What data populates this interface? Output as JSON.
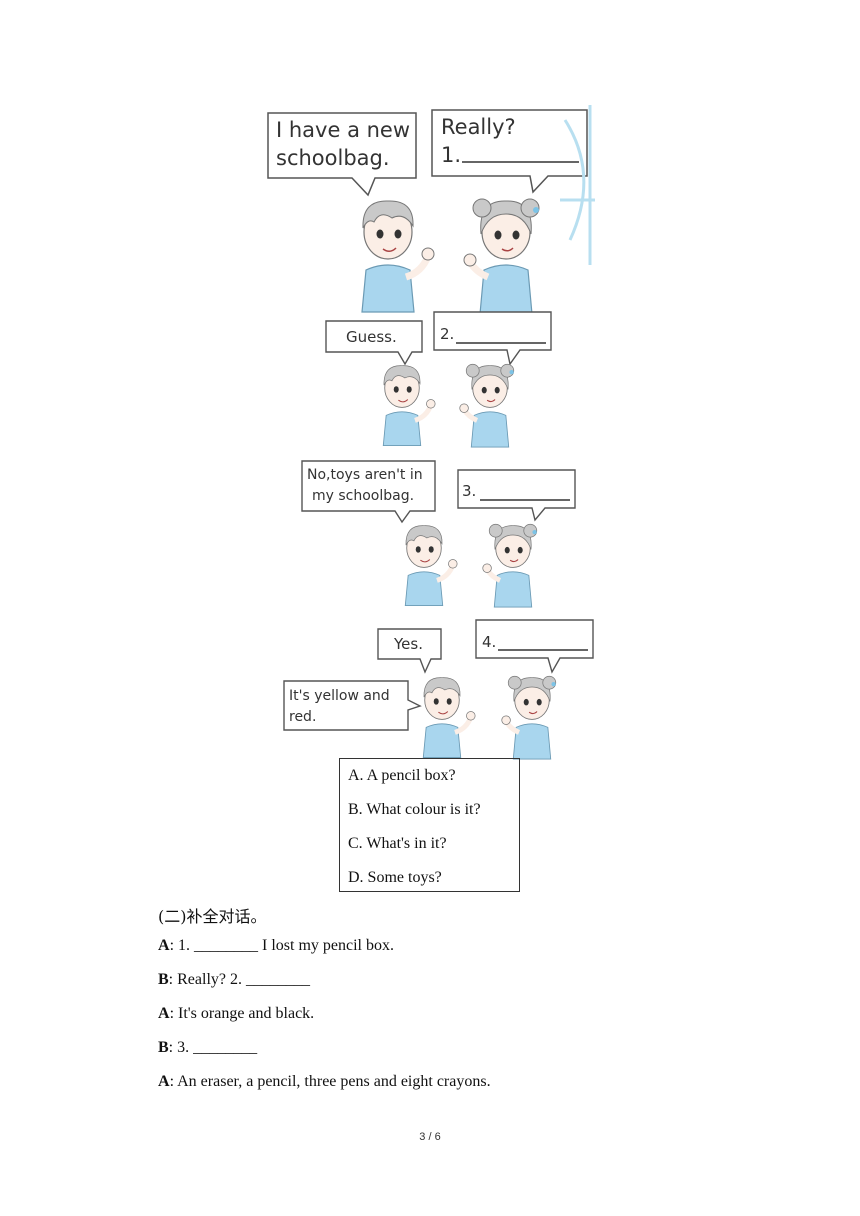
{
  "comic": {
    "panel1": {
      "boy": "I have a new schoolbag.",
      "boy_l1": "I have a new",
      "boy_l2": "schoolbag.",
      "girl_l1": "Really?",
      "girl_blank": "1."
    },
    "panel2": {
      "boy": "Guess.",
      "girl_blank": "2."
    },
    "panel3": {
      "boy_l1": "No,toys aren't in",
      "boy_l2": "my schoolbag.",
      "girl_blank": "3."
    },
    "panel4": {
      "boy_yes": "Yes.",
      "boy_l1": "It's yellow and",
      "boy_l2": "red.",
      "girl_blank": "4."
    }
  },
  "options": [
    "A. A pencil box?",
    "B. What colour is it?",
    "C. What's in it?",
    "D. Some toys?"
  ],
  "section_title": "(二)补全对话。",
  "dialogue": [
    {
      "speaker": "A",
      "text": ": 1. ________ I lost my pencil box."
    },
    {
      "speaker": "B",
      "text": ": Really? 2. ________"
    },
    {
      "speaker": "A",
      "text": ": It's orange and black."
    },
    {
      "speaker": "B",
      "text": ": 3. ________"
    },
    {
      "speaker": "A",
      "text": ": An eraser, a pencil, three pens and eight crayons."
    }
  ],
  "page_number": "3 / 6",
  "colors": {
    "shirt": "#a9d6ee",
    "hair": "#c9c9c9",
    "bubble_stroke": "#555555"
  }
}
